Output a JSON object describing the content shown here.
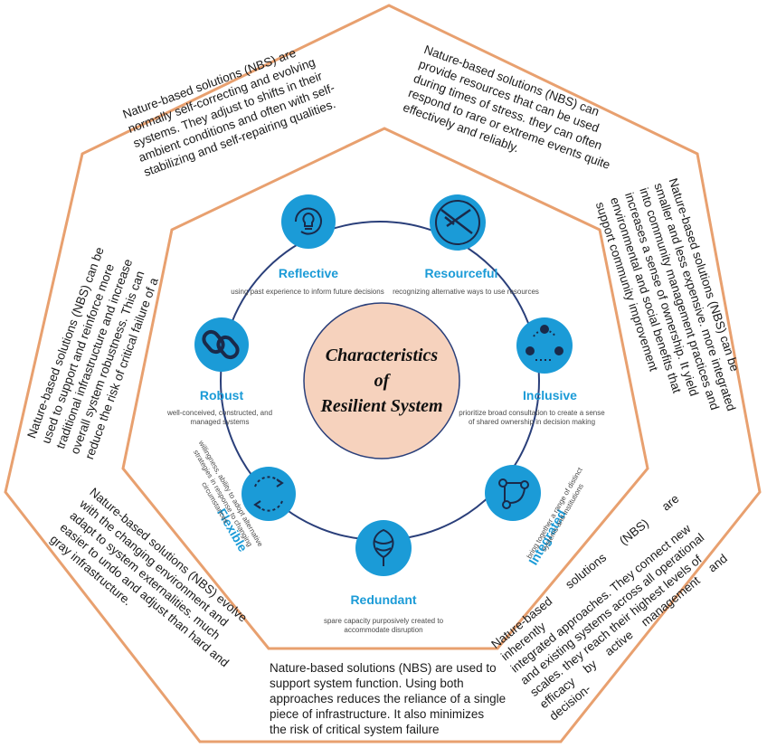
{
  "colors": {
    "heptagon_stroke": "#e8a06f",
    "ring_stroke": "#2a3f7a",
    "center_fill": "#f6d2bd",
    "node_fill": "#1b9bd7",
    "node_label": "#1b9bd7",
    "text": "#1a1a1a"
  },
  "center": {
    "line1": "Characteristics",
    "line2": "of",
    "line3": "Resilient System"
  },
  "nodes": [
    {
      "id": "reflective",
      "title": "Reflective",
      "icon": "lightbulb-cycle-icon",
      "desc": "using past experience to inform future decisions"
    },
    {
      "id": "resourceful",
      "title": "Resourceful",
      "icon": "swiss-army-knife-icon",
      "desc": "recognizing alternative ways to use resources"
    },
    {
      "id": "inclusive",
      "title": "Inclusive",
      "icon": "people-circle-icon",
      "desc": "prioritize broad consultation to create a sense of shared ownership in decision making"
    },
    {
      "id": "integrated",
      "title": "Integrated",
      "icon": "connected-nodes-icon",
      "desc": "bring together a range of distinct systems and institutions"
    },
    {
      "id": "redundant",
      "title": "Redundant",
      "icon": "artichoke-icon",
      "desc": "spare capacity purposively created to accommodate disruption"
    },
    {
      "id": "flexible",
      "title": "Flexible",
      "icon": "flex-arrows-icon",
      "desc": "willingness, ability to adopt alternative strategies in response to changing circumstances"
    },
    {
      "id": "robust",
      "title": "Robust",
      "icon": "chain-link-icon",
      "desc": "well-conceived, constructed, and managed systems"
    }
  ],
  "outer_texts": {
    "reflective": [
      "Nature-based solutions (NBS) are",
      "normally self-correcting and evolving",
      "systems. They adjust to shifts in their",
      "ambient conditions and often with self-",
      "stabilizing and self-repairing qualities."
    ],
    "resourceful": [
      "Nature-based solutions (NBS) can",
      "provide resources that can be used",
      "during times of stress. they can often",
      "respond to rare or extreme events quite",
      "effectively and reliably."
    ],
    "inclusive": [
      "Nature-based solutions (NBS) can be",
      "smaller and less expensive. more integrated",
      "into community management practices and",
      "increases a sense of ownership. It yield",
      "environmental and social benefits that",
      "support community improvement"
    ],
    "integrated": [
      "Nature-based solutions (NBS) are inherently",
      "integrated approaches. They connect new",
      "and existing systems across all operational",
      "scales. they reach their highest levels of",
      "efficacy by active management and decision-"
    ],
    "redundant": [
      "Nature-based solutions (NBS) are used to",
      "support system function. Using both",
      "approaches reduces the reliance of a single",
      "piece of infrastructure. It also minimizes",
      "the risk of critical system failure"
    ],
    "flexible": [
      "Nature-based solutions (NBS) evolve",
      "with the changing environment and",
      "adapt to system externalities. much",
      "easier to undo and adjust than hard and",
      "gray infrastructure."
    ],
    "robust": [
      "Nature-based solutions (NBS) can be",
      "used to support and reinforce more",
      "traditional infrastructure and increase",
      "overall system robustness. This can",
      "reduce the risk of critical failure of a"
    ]
  }
}
